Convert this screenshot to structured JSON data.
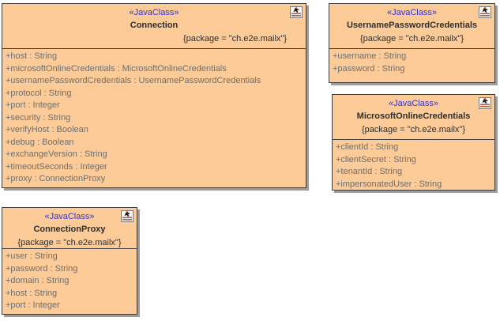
{
  "diagram": {
    "classes": [
      {
        "stereotype": "«JavaClass»",
        "name": "Connection",
        "package": "{package = \"ch.e2e.mailx\"}",
        "attributes": [
          "+host : String",
          "+microsoftOnlineCredentials : MicrosoftOnlineCredentials",
          "+usernamePasswordCredentials : UsernamePasswordCredentials",
          "+protocol : String",
          "+port : Integer",
          "+security : String",
          "+verifyHost : Boolean",
          "+debug : Boolean",
          "+exchangeVersion : String",
          "+timeoutSeconds : Integer",
          "+proxy : ConnectionProxy"
        ]
      },
      {
        "stereotype": "«JavaClass»",
        "name": "UsernamePasswordCredentials",
        "package": "{package = \"ch.e2e.mailx\"}",
        "attributes": [
          "+username : String",
          "+password : String"
        ]
      },
      {
        "stereotype": "«JavaClass»",
        "name": "MicrosoftOnlineCredentials",
        "package": "{package = \"ch.e2e.mailx\"}",
        "attributes": [
          "+clientId : String",
          "+clientSecret : String",
          "+tenantId : String",
          "+impersonatedUser : String"
        ]
      },
      {
        "stereotype": "«JavaClass»",
        "name": "ConnectionProxy",
        "package": "{package = \"ch.e2e.mailx\"}",
        "attributes": [
          "+user : String",
          "+password : String",
          "+domain : String",
          "+host : String",
          "+port : Integer"
        ]
      }
    ]
  },
  "icons": {
    "class_badge": "class-diagram-icon"
  },
  "colors": {
    "canvas_bg": "#FFFFFF",
    "class_fill": "#FCCB98",
    "class_border": "#3C3C3C",
    "class_shadow": "#9D9D9D",
    "stereotype_text": "#3333CC",
    "name_text": "#2E2E2E",
    "package_text": "#2E2E2E",
    "attribute_text": "#6E6E6E"
  }
}
